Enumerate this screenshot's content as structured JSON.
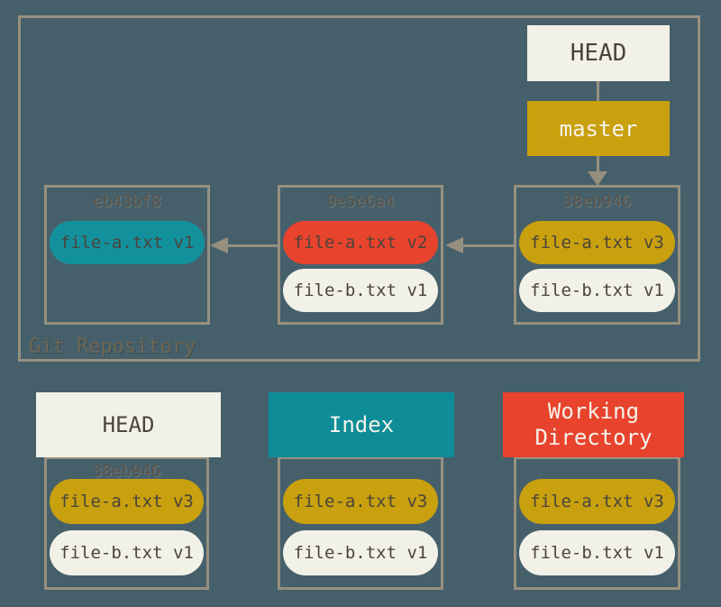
{
  "colors": {
    "background": "#46606b",
    "box_border": "#97907f",
    "arrow": "#97907f",
    "cream": "#f2f1e8",
    "gold": "#c9a00e",
    "red": "#e8432d",
    "teal": "#12919d",
    "teal_header": "#0e8d99",
    "dark_text": "#4a443c",
    "light_text": "#f5f3ea",
    "hash_text": "#5a5348",
    "repo_label_text": "#6e6755"
  },
  "repository": {
    "label": "Git Repository",
    "head": {
      "label": "HEAD"
    },
    "branch": {
      "label": "master"
    },
    "commits": [
      {
        "hash": "eb43bf8",
        "files": [
          {
            "label": "file-a.txt v1",
            "color": "#12919d"
          }
        ]
      },
      {
        "hash": "9e5e6a4",
        "files": [
          {
            "label": "file-a.txt v2",
            "color": "#e8432d"
          },
          {
            "label": "file-b.txt v1",
            "color": "#f2f1e8"
          }
        ]
      },
      {
        "hash": "38eb946",
        "files": [
          {
            "label": "file-a.txt v3",
            "color": "#c9a00e"
          },
          {
            "label": "file-b.txt v1",
            "color": "#f2f1e8"
          }
        ]
      }
    ]
  },
  "trees": [
    {
      "title": "HEAD",
      "header_bg": "#f2f1e8",
      "header_text": "#4a443c",
      "hash": "38eb946",
      "files": [
        {
          "label": "file-a.txt v3",
          "color": "#c9a00e"
        },
        {
          "label": "file-b.txt v1",
          "color": "#f2f1e8"
        }
      ]
    },
    {
      "title": "Index",
      "header_bg": "#0e8d99",
      "header_text": "#f5f3ea",
      "hash": "",
      "files": [
        {
          "label": "file-a.txt v3",
          "color": "#c9a00e"
        },
        {
          "label": "file-b.txt v1",
          "color": "#f2f1e8"
        }
      ]
    },
    {
      "title": "Working Directory",
      "header_bg": "#e8432d",
      "header_text": "#f5f3ea",
      "hash": "",
      "files": [
        {
          "label": "file-a.txt v3",
          "color": "#c9a00e"
        },
        {
          "label": "file-b.txt v1",
          "color": "#f2f1e8"
        }
      ]
    }
  ]
}
